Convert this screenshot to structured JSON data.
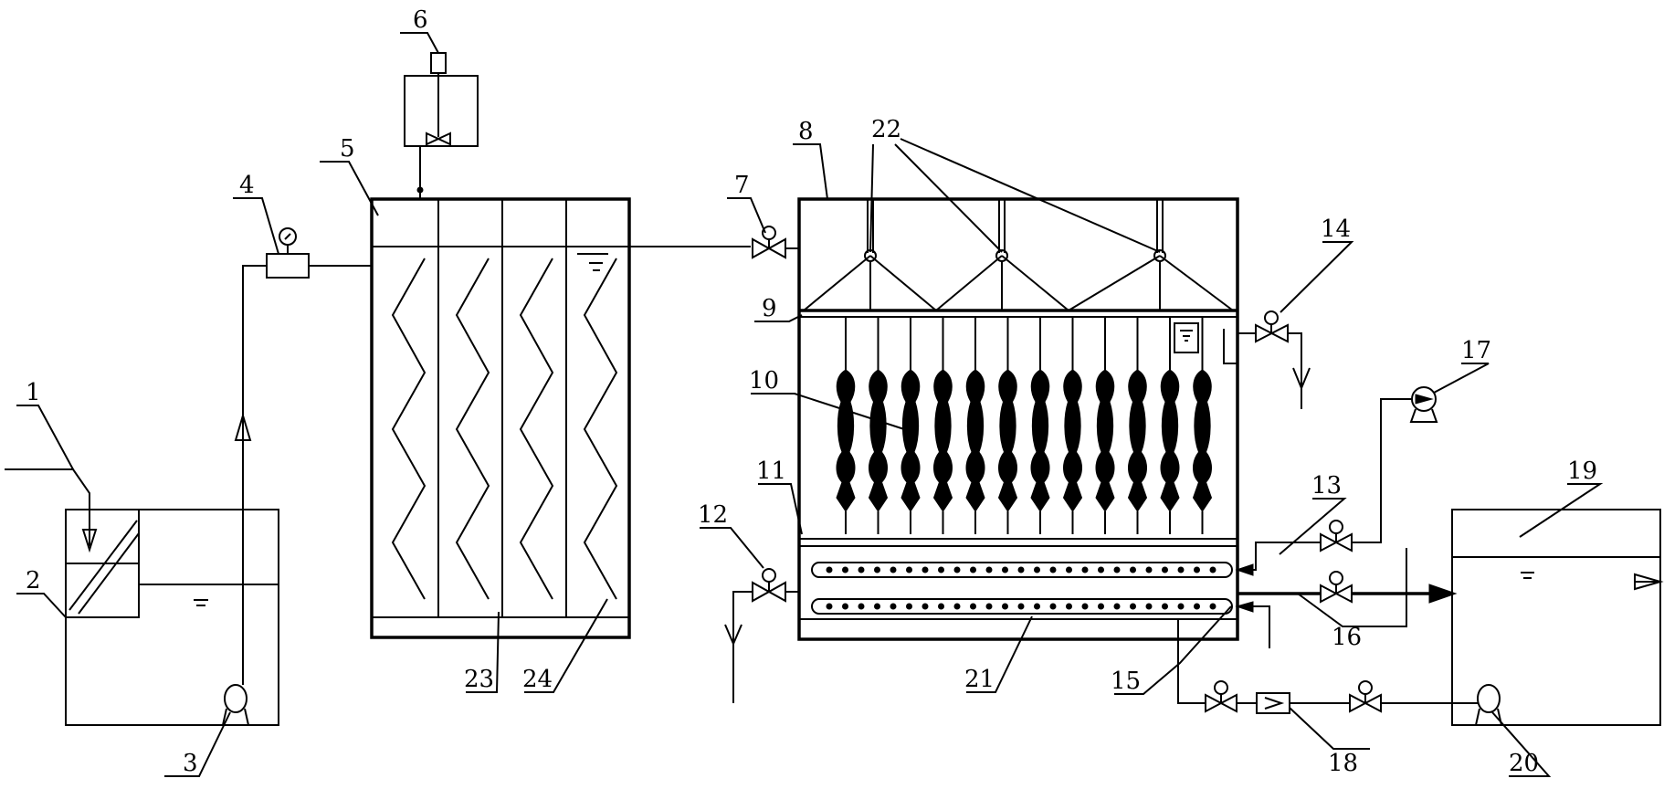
{
  "labels": {
    "n1": "1",
    "n2": "2",
    "n3": "3",
    "n4": "4",
    "n5": "5",
    "n6": "6",
    "n7": "7",
    "n8": "8",
    "n9": "9",
    "n10": "10",
    "n11": "11",
    "n12": "12",
    "n13": "13",
    "n14": "14",
    "n15": "15",
    "n16": "16",
    "n17": "17",
    "n18": "18",
    "n19": "19",
    "n20": "20",
    "n21": "21",
    "n22": "22",
    "n23": "23",
    "n24": "24"
  },
  "symbols": {
    "water_level": "water-level-symbol",
    "valve": "valve-icon",
    "pump": "pump-icon",
    "gauge": "gauge-icon",
    "flow_arrow": "flow-arrow-icon",
    "drain": "drain-icon",
    "mixer": "mixer-icon"
  },
  "colors": {
    "line": "#000000",
    "background": "#ffffff"
  }
}
